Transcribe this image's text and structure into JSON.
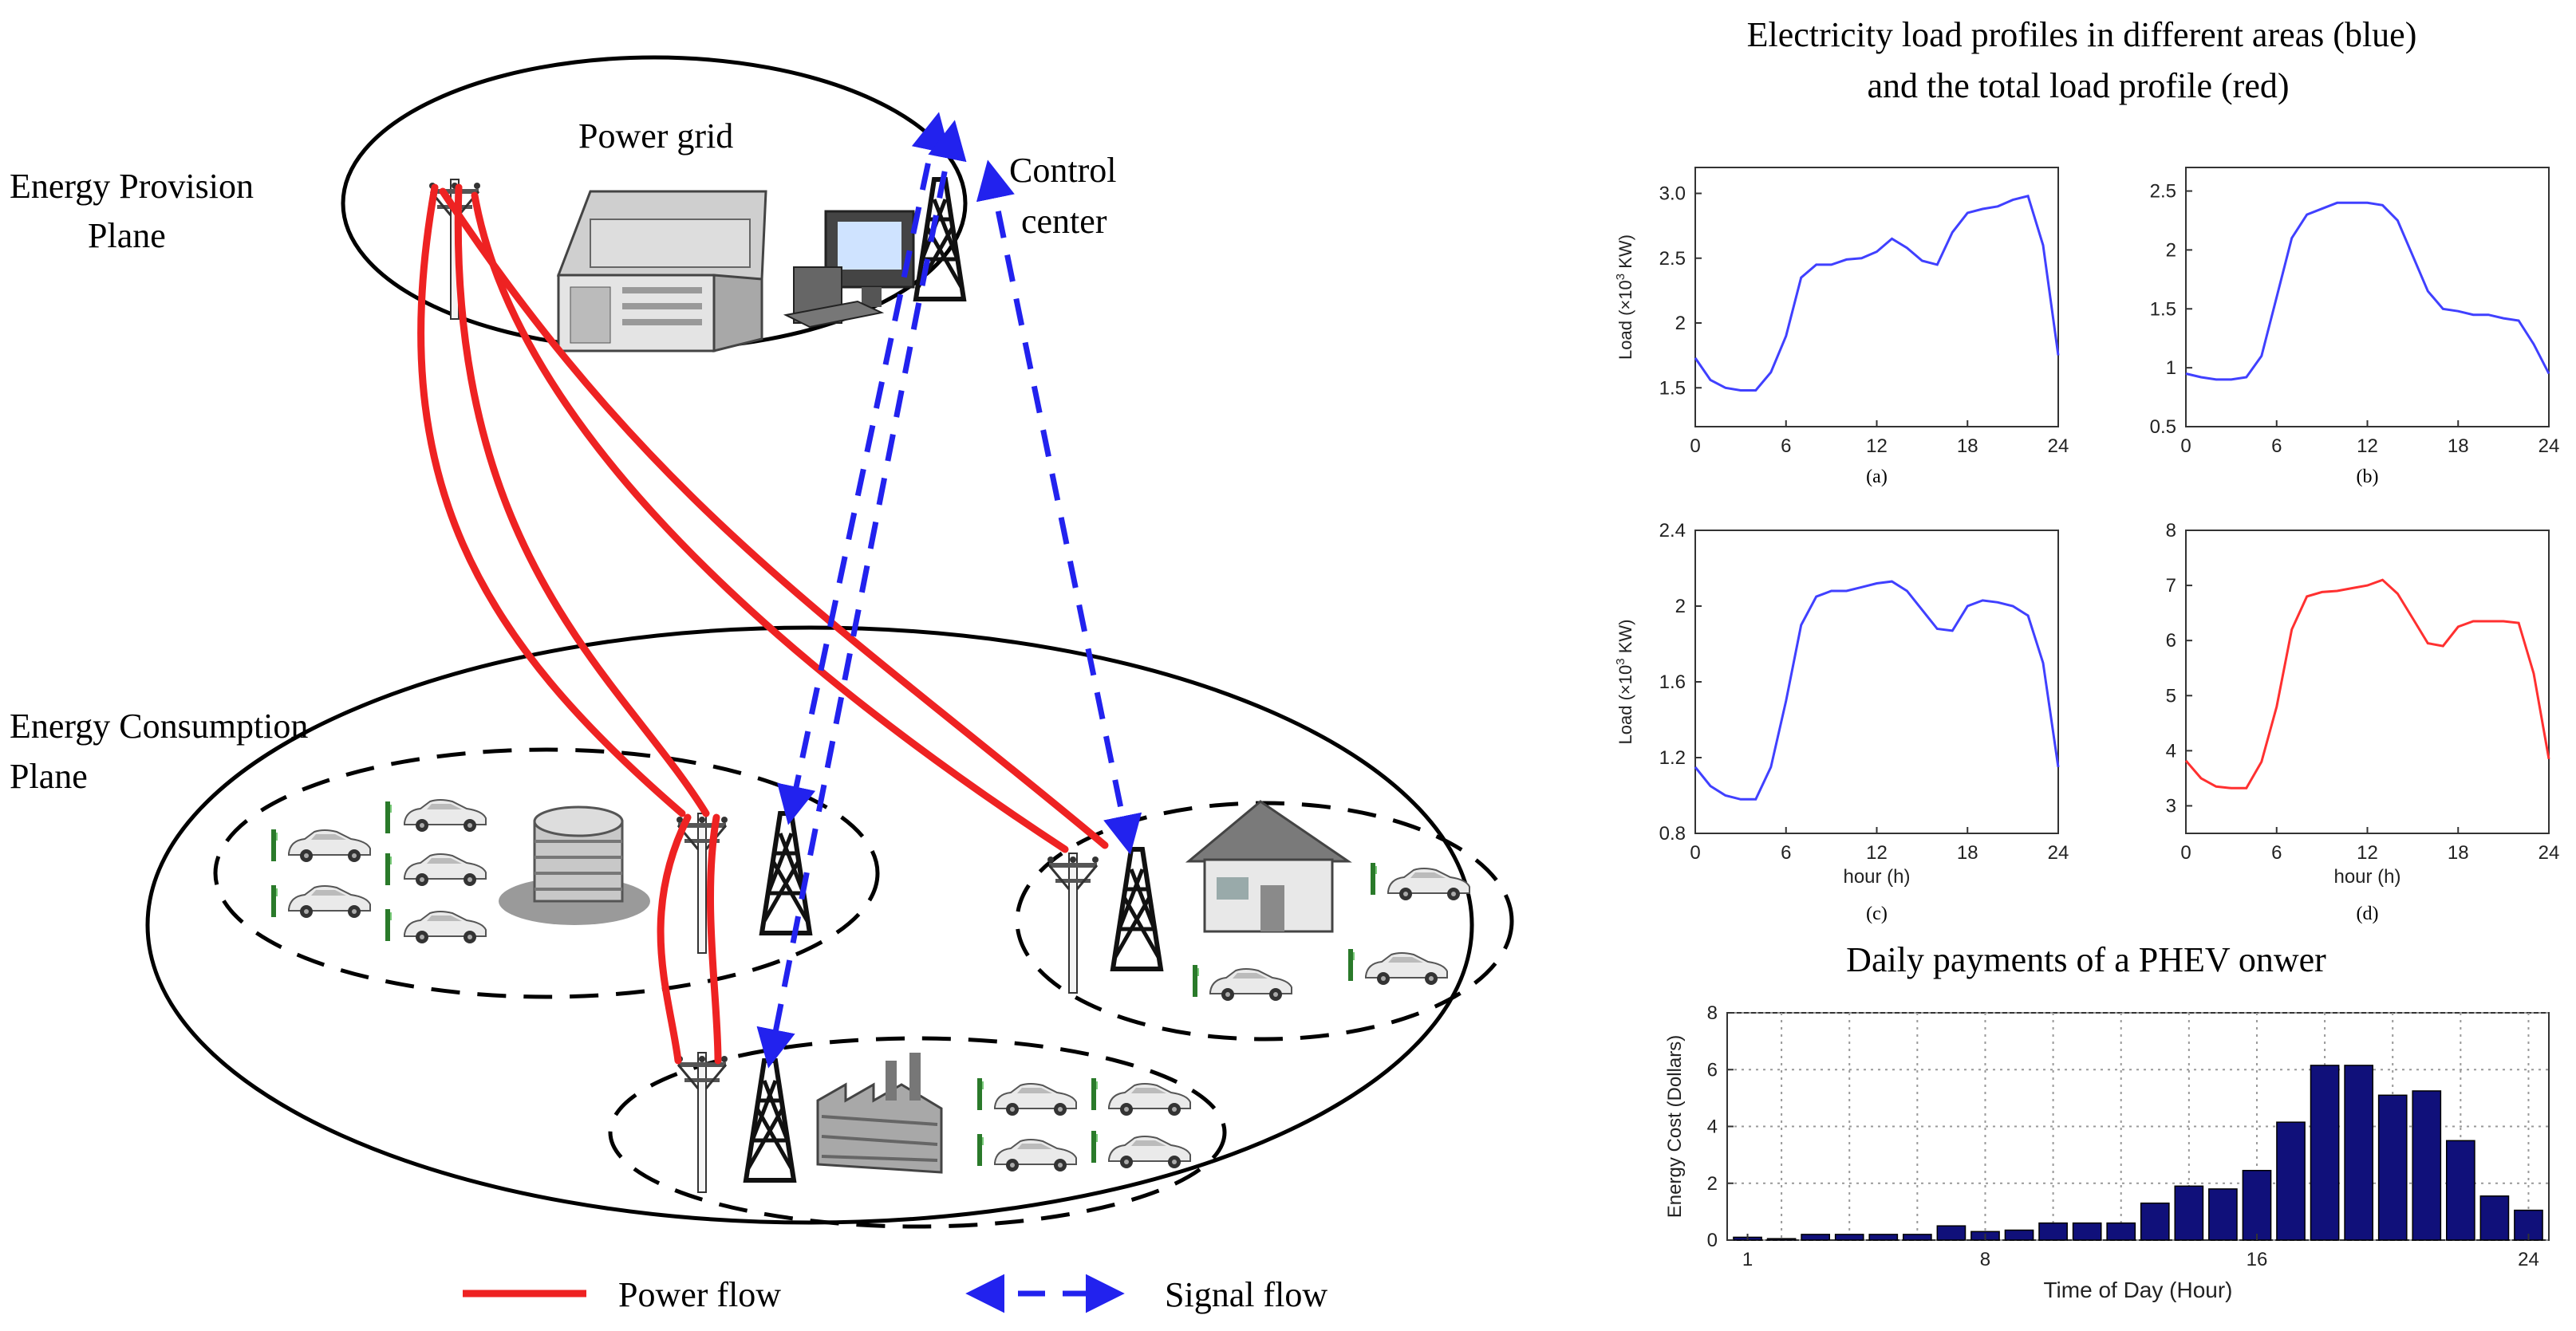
{
  "diagram": {
    "labels": {
      "provision_plane": [
        "Energy Provision",
        "Plane"
      ],
      "consumption_plane": [
        "Energy Consumption",
        "Plane"
      ],
      "power_grid": "Power grid",
      "control_center": [
        "Control",
        "center"
      ]
    },
    "legend": {
      "power_flow": "Power  flow",
      "signal_flow": "Signal flow"
    },
    "colors": {
      "power": "#ee2222",
      "signal": "#2222ee",
      "car": "#e8e8e8",
      "tower": "#111111"
    }
  },
  "load_profiles_title": [
    "Electricity load profiles in different areas (blue)",
    "and the total load profile (red)"
  ],
  "payments_title": "Daily payments of a PHEV onwer",
  "chart_data": [
    {
      "type": "line",
      "panel_label": "(a)",
      "ylabel_parts": [
        "Load (×10",
        "3",
        " KW)"
      ],
      "xlabel": "",
      "xlim": [
        0,
        24
      ],
      "ylim": [
        1.2,
        3.2
      ],
      "xticks": [
        "0",
        "6",
        "12",
        "18",
        "24"
      ],
      "xtick_values": [
        0,
        6,
        12,
        18,
        24
      ],
      "yticks": [
        "1.5",
        "2",
        "2.5",
        "3.0"
      ],
      "ytick_values": [
        1.5,
        2,
        2.5,
        3.0
      ],
      "color": "#4040ff",
      "x": [
        0,
        1,
        2,
        3,
        4,
        5,
        6,
        7,
        8,
        9,
        10,
        11,
        12,
        13,
        14,
        15,
        16,
        17,
        18,
        19,
        20,
        21,
        22,
        23,
        24
      ],
      "y": [
        1.73,
        1.56,
        1.5,
        1.48,
        1.48,
        1.62,
        1.9,
        2.35,
        2.45,
        2.45,
        2.49,
        2.5,
        2.55,
        2.65,
        2.58,
        2.48,
        2.45,
        2.7,
        2.85,
        2.88,
        2.9,
        2.95,
        2.98,
        2.6,
        1.75
      ]
    },
    {
      "type": "line",
      "panel_label": "(b)",
      "ylabel_parts": [],
      "xlabel": "",
      "xlim": [
        0,
        24
      ],
      "ylim": [
        0.5,
        2.7
      ],
      "xticks": [
        "0",
        "6",
        "12",
        "18",
        "24"
      ],
      "xtick_values": [
        0,
        6,
        12,
        18,
        24
      ],
      "yticks": [
        "0.5",
        "1",
        "1.5",
        "2",
        "2.5"
      ],
      "ytick_values": [
        0.5,
        1,
        1.5,
        2,
        2.5
      ],
      "color": "#4040ff",
      "x": [
        0,
        1,
        2,
        3,
        4,
        5,
        6,
        7,
        8,
        9,
        10,
        11,
        12,
        13,
        14,
        15,
        16,
        17,
        18,
        19,
        20,
        21,
        22,
        23,
        24
      ],
      "y": [
        0.95,
        0.92,
        0.9,
        0.9,
        0.92,
        1.1,
        1.6,
        2.1,
        2.3,
        2.35,
        2.4,
        2.4,
        2.4,
        2.38,
        2.25,
        1.95,
        1.65,
        1.5,
        1.48,
        1.45,
        1.45,
        1.42,
        1.4,
        1.2,
        0.95
      ]
    },
    {
      "type": "line",
      "panel_label": "(c)",
      "ylabel_parts": [
        "Load (×10",
        "3",
        " KW)"
      ],
      "xlabel": "hour (h)",
      "xlim": [
        0,
        24
      ],
      "ylim": [
        0.8,
        2.4
      ],
      "xticks": [
        "0",
        "6",
        "12",
        "18",
        "24"
      ],
      "xtick_values": [
        0,
        6,
        12,
        18,
        24
      ],
      "yticks": [
        "0.8",
        "1.2",
        "1.6",
        "2",
        "2.4"
      ],
      "ytick_values": [
        0.8,
        1.2,
        1.6,
        2,
        2.4
      ],
      "color": "#4040ff",
      "x": [
        0,
        1,
        2,
        3,
        4,
        5,
        6,
        7,
        8,
        9,
        10,
        11,
        12,
        13,
        14,
        15,
        16,
        17,
        18,
        19,
        20,
        21,
        22,
        23,
        24
      ],
      "y": [
        1.15,
        1.05,
        1.0,
        0.98,
        0.98,
        1.15,
        1.5,
        1.9,
        2.05,
        2.08,
        2.08,
        2.1,
        2.12,
        2.13,
        2.08,
        1.98,
        1.88,
        1.87,
        2.0,
        2.03,
        2.02,
        2.0,
        1.95,
        1.7,
        1.15
      ]
    },
    {
      "type": "line",
      "panel_label": "(d)",
      "ylabel_parts": [],
      "xlabel": "hour (h)",
      "xlim": [
        0,
        24
      ],
      "ylim": [
        2.5,
        8
      ],
      "xticks": [
        "0",
        "6",
        "12",
        "18",
        "24"
      ],
      "xtick_values": [
        0,
        6,
        12,
        18,
        24
      ],
      "yticks": [
        "3",
        "4",
        "5",
        "6",
        "7",
        "8"
      ],
      "ytick_values": [
        3,
        4,
        5,
        6,
        7,
        8
      ],
      "color": "#ff3030",
      "x": [
        0,
        1,
        2,
        3,
        4,
        5,
        6,
        7,
        8,
        9,
        10,
        11,
        12,
        13,
        14,
        15,
        16,
        17,
        18,
        19,
        20,
        21,
        22,
        23,
        24
      ],
      "y": [
        3.82,
        3.5,
        3.35,
        3.32,
        3.32,
        3.8,
        4.8,
        6.2,
        6.8,
        6.88,
        6.9,
        6.95,
        7.0,
        7.1,
        6.85,
        6.4,
        5.95,
        5.9,
        6.25,
        6.35,
        6.35,
        6.35,
        6.32,
        5.4,
        3.85
      ]
    },
    {
      "type": "bar",
      "title": "Daily payments of a PHEV onwer",
      "xlabel": "Time of Day (Hour)",
      "ylabel": "Energy Cost (Dollars)",
      "ylim": [
        0,
        8
      ],
      "xticks": [
        "1",
        "8",
        "16",
        "24"
      ],
      "xtick_values": [
        1,
        8,
        16,
        24
      ],
      "yticks": [
        "0",
        "2",
        "4",
        "6",
        "8"
      ],
      "ytick_values": [
        0,
        2,
        4,
        6,
        8
      ],
      "color": "#10107a",
      "x": [
        1,
        2,
        3,
        4,
        5,
        6,
        7,
        8,
        9,
        10,
        11,
        12,
        13,
        14,
        15,
        16,
        17,
        18,
        19,
        20,
        21,
        22,
        23,
        24
      ],
      "values": [
        0.1,
        0.05,
        0.2,
        0.2,
        0.2,
        0.2,
        0.5,
        0.3,
        0.35,
        0.6,
        0.6,
        0.6,
        1.3,
        1.9,
        1.8,
        2.45,
        4.15,
        6.15,
        6.15,
        5.1,
        5.25,
        3.5,
        1.55,
        1.05
      ]
    }
  ]
}
